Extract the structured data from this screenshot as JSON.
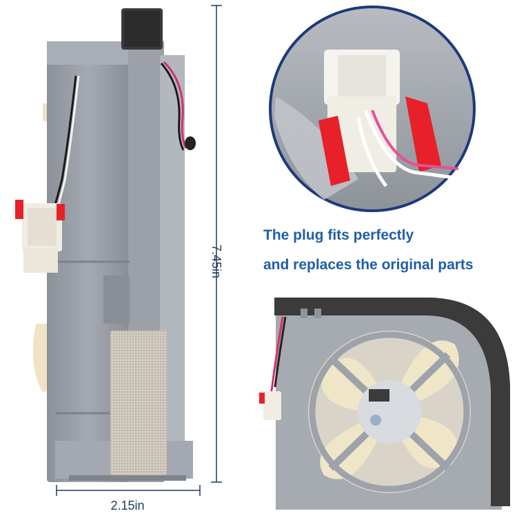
{
  "caption": {
    "line1": "The plug fits perfectly",
    "line2": "and replaces the original parts"
  },
  "dimensions": {
    "height": "7.45in",
    "width": "2.15in"
  },
  "icons": [
    "fan-side-view",
    "connector-closeup",
    "fan-front-view"
  ],
  "colors": {
    "caption_text": "#1f5ea8",
    "housing_gray": "#9a9ea6",
    "connector_red": "#e8202a",
    "fan_blade": "#efe6c8"
  }
}
